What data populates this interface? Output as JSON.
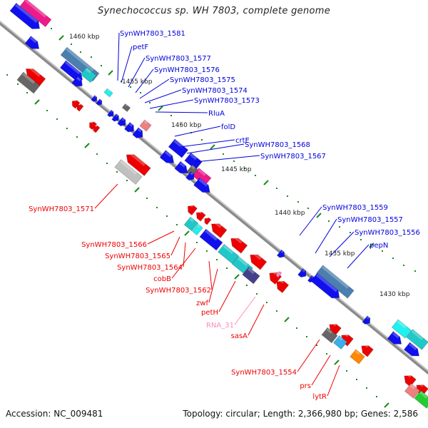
{
  "title": "Synechococcus sp. WH 7803, complete genome",
  "footer": {
    "accession": "Accession: NC_009481",
    "summary": "Topology: circular; Length: 2,366,980 bp; Genes: 2,586"
  },
  "colors": {
    "backbone": "#8a8a8a",
    "tick": "#1a8a1a",
    "label_forward": "#0000dd",
    "label_reverse": "#ee0000",
    "label_rna": "#ff88bb",
    "blue": "#1010ee",
    "red": "#ee0000",
    "cyan": "#20c8c8",
    "bright_cyan": "#20f0f0",
    "steel": "#4a7fb0",
    "gray": "#666666",
    "light_gray": "#c0c0c0",
    "magenta": "#ee1a8a",
    "pink": "#ee8080",
    "navy": "#44408a",
    "orange": "#ff8800",
    "sky": "#3aaee8",
    "green": "#22cc33"
  },
  "scale_labels": [
    {
      "text": "1460 kbp",
      "kbp": 1460
    },
    {
      "text": "1455 kbp",
      "kbp": 1455
    },
    {
      "text": "1450 kbp",
      "kbp": 1450
    },
    {
      "text": "1445 kbp",
      "kbp": 1445
    },
    {
      "text": "1440 kbp",
      "kbp": 1440
    },
    {
      "text": "1435 kbp",
      "kbp": 1435
    },
    {
      "text": "1430 kbp",
      "kbp": 1430
    }
  ],
  "forward_labels": [
    {
      "text": "SynWH7803_1581"
    },
    {
      "text": "petF"
    },
    {
      "text": "SynWH7803_1577"
    },
    {
      "text": "SynWH7803_1576"
    },
    {
      "text": "SynWH7803_1575"
    },
    {
      "text": "SynWH7803_1574"
    },
    {
      "text": "SynWH7803_1573"
    },
    {
      "text": "RluA"
    },
    {
      "text": "folD"
    },
    {
      "text": "crtE"
    },
    {
      "text": "SynWH7803_1568"
    },
    {
      "text": "SynWH7803_1567"
    },
    {
      "text": "SynWH7803_1559"
    },
    {
      "text": "SynWH7803_1557"
    },
    {
      "text": "SynWH7803_1556"
    },
    {
      "text": "pepN"
    }
  ],
  "reverse_labels": [
    {
      "text": "SynWH7803_1571",
      "kind": "cds"
    },
    {
      "text": "SynWH7803_1566",
      "kind": "cds"
    },
    {
      "text": "SynWH7803_1565",
      "kind": "cds"
    },
    {
      "text": "SynWH7803_1564",
      "kind": "cds"
    },
    {
      "text": "cobB",
      "kind": "cds"
    },
    {
      "text": "SynWH7803_1562",
      "kind": "cds"
    },
    {
      "text": "zwf",
      "kind": "cds"
    },
    {
      "text": "petH",
      "kind": "cds"
    },
    {
      "text": "RNA_31",
      "kind": "rna"
    },
    {
      "text": "sasA",
      "kind": "cds"
    },
    {
      "text": "SynWH7803_1554",
      "kind": "cds"
    },
    {
      "text": "prs",
      "kind": "cds"
    },
    {
      "text": "lytR",
      "kind": "cds"
    }
  ]
}
